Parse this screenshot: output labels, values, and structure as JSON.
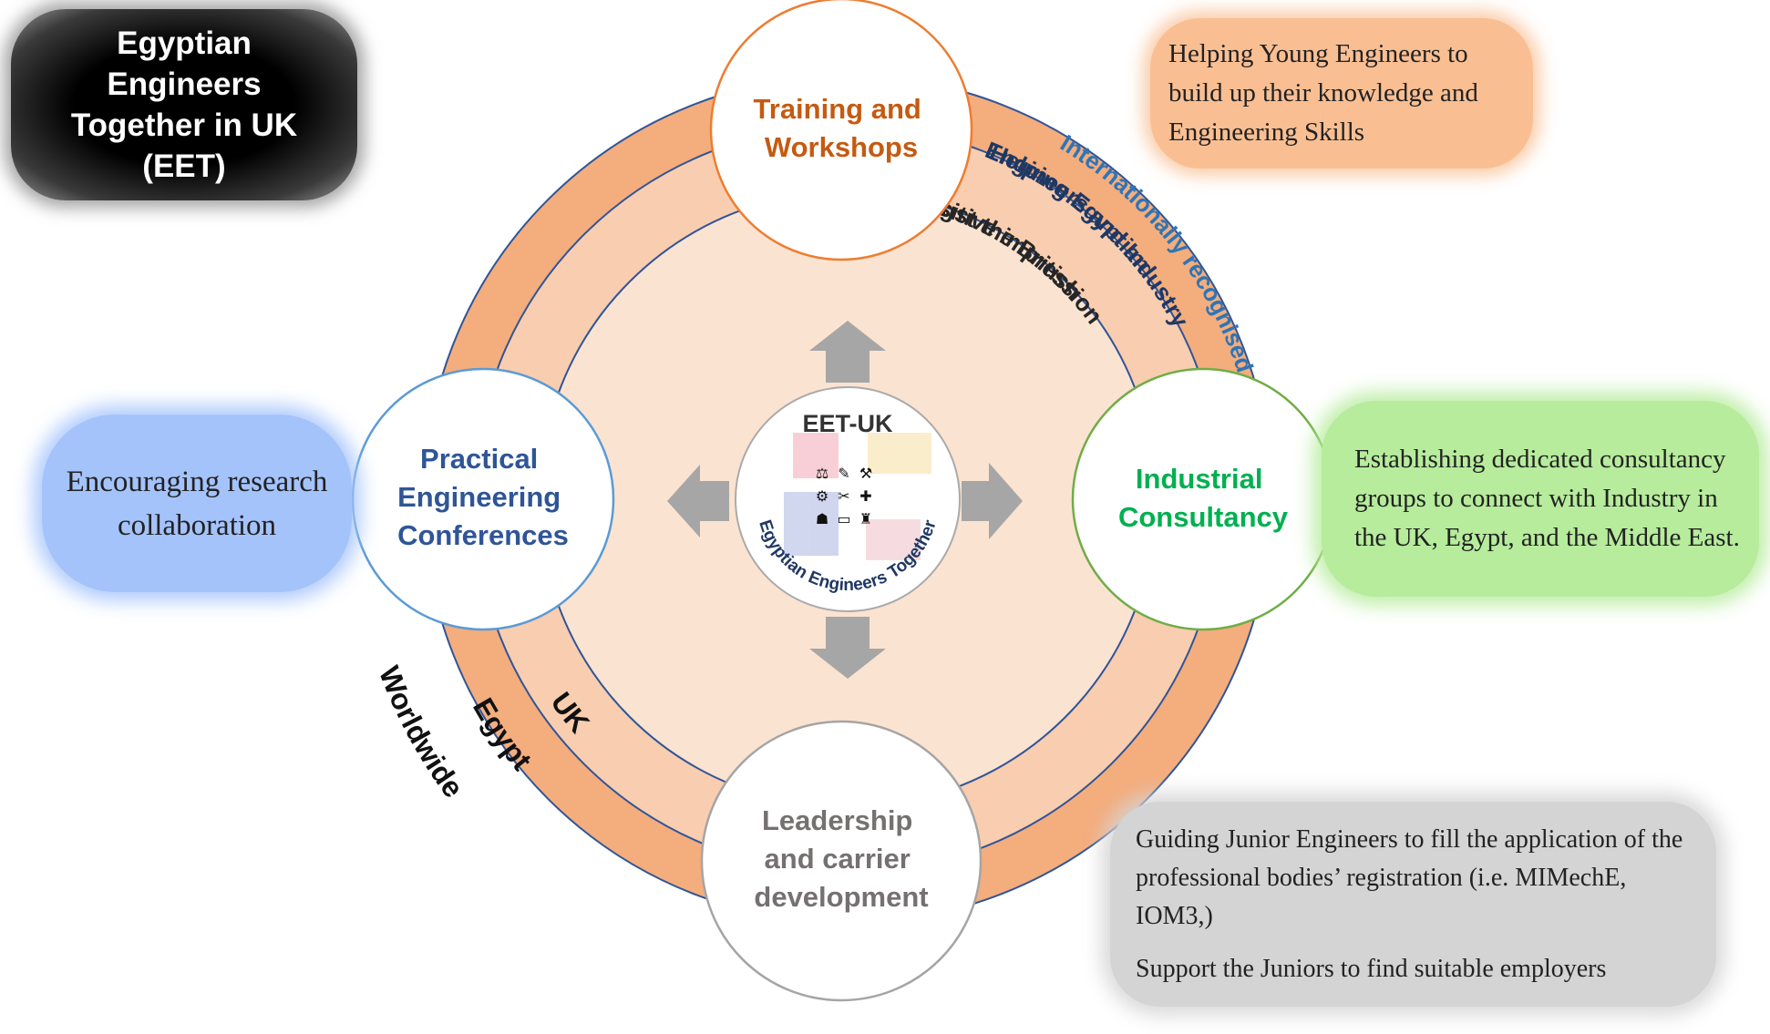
{
  "title": "Egyptian Engineers Together in UK (EET)",
  "title_lines": [
    "Egyptian",
    "Engineers",
    "Together in UK",
    "(EET)"
  ],
  "center": {
    "label": "EET-UK",
    "ring_text": "Egyptian Engineers Together",
    "logo_icons": [
      "compass-icon",
      "pen-icon",
      "hammer-icon",
      "gear-icon",
      "wrench-icon",
      "ruler-icon",
      "helmet-icon",
      "laptop-icon",
      "building-icon"
    ]
  },
  "rings": [
    {
      "label": "UK",
      "fill": "#fbe3d1"
    },
    {
      "label": "Egypt",
      "fill": "#f9cdaf"
    },
    {
      "label": "Worldwide",
      "fill": "#f4ad7d"
    }
  ],
  "ring_captions": [
    {
      "lines": [
        "Positive impression",
        "amongst the British",
        "community"
      ],
      "color": "#262626"
    },
    {
      "lines": [
        "Helping Egyptian",
        "Engineers and Industry"
      ],
      "color": "#1f3864"
    },
    {
      "lines": [
        "Internationally recognised"
      ],
      "color": "#2e75b6"
    }
  ],
  "nodes": [
    {
      "id": "training",
      "lines": [
        "Training and",
        "Workshops"
      ],
      "color": "#c55a11",
      "border": "#ed7d31"
    },
    {
      "id": "consultancy",
      "lines": [
        "Industrial",
        "Consultancy"
      ],
      "color": "#00b050",
      "border": "#70ad47"
    },
    {
      "id": "leadership",
      "lines": [
        "Leadership",
        "and carrier",
        "development"
      ],
      "color": "#767171",
      "border": "#a5a5a5"
    },
    {
      "id": "conferences",
      "lines": [
        "Practical",
        "Engineering",
        "Conferences"
      ],
      "color": "#2f5597",
      "border": "#5b9bd5"
    }
  ],
  "descriptions": {
    "training": "Helping Young Engineers to build up their knowledge and Engineering Skills",
    "research": "Encouraging research collaboration",
    "consultancy": "Establishing dedicated consultancy groups to connect with Industry in the UK, Egypt, and the Middle East.",
    "leadership": [
      "Guiding Junior Engineers to fill the application of the professional bodies’ registration (i.e. MIMechE, IOM3,)",
      "Support the Juniors to find suitable employers"
    ]
  },
  "colors": {
    "ring_stroke": "#2f5597",
    "arrow": "#a6a6a6"
  }
}
